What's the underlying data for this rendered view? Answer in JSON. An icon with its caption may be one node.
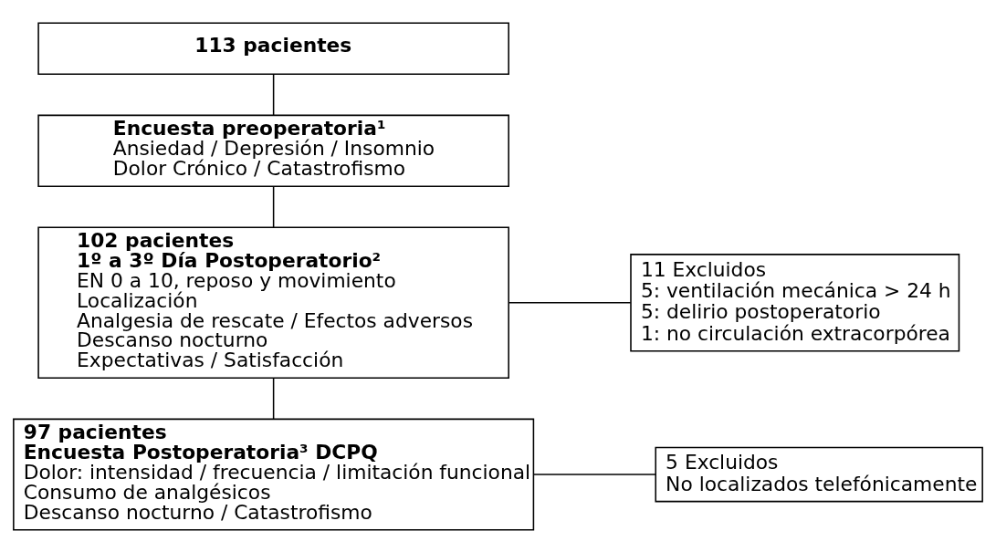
{
  "diagram": {
    "nodes": [
      {
        "text": [
          "113 pacientes"
        ]
      },
      {
        "text": [
          "Encuesta preoperatoria¹",
          "Ansiedad / Depresión / Insomnio",
          "Dolor Crónico / Catastrofismo"
        ]
      },
      {
        "text": [
          "102 pacientes",
          "1º a 3º Día Postoperatorio²",
          "EN 0 a 10, reposo y movimiento",
          "Localización",
          "Analgesia de rescate / Efectos adversos",
          "Descanso nocturno",
          "Expectativas / Satisfacción"
        ]
      },
      {
        "text": [
          "97 pacientes",
          "Encuesta Postoperatoria³ DCPQ",
          "Dolor: intensidad / frecuencia / limitación funcional",
          "Consumo de analgésicos",
          "Descanso nocturno / Catastrofismo"
        ]
      },
      {
        "text": [
          "11 Excluidos",
          "5: ventilación mecánica > 24 h",
          "5: delirio postoperatorio",
          "1: no circulación extracorpórea"
        ]
      },
      {
        "text": [
          "5 Excluidos",
          "No localizados telefónicamente"
        ]
      }
    ],
    "edges": [
      {
        "from": 0,
        "to": 1,
        "arrow": "none"
      },
      {
        "from": 1,
        "to": 2,
        "arrow": "none"
      },
      {
        "from": 2,
        "to": 3,
        "arrow": "none"
      },
      {
        "from": 2,
        "to": 4,
        "arrow": "none"
      },
      {
        "from": 3,
        "to": 5,
        "arrow": "none"
      }
    ]
  }
}
